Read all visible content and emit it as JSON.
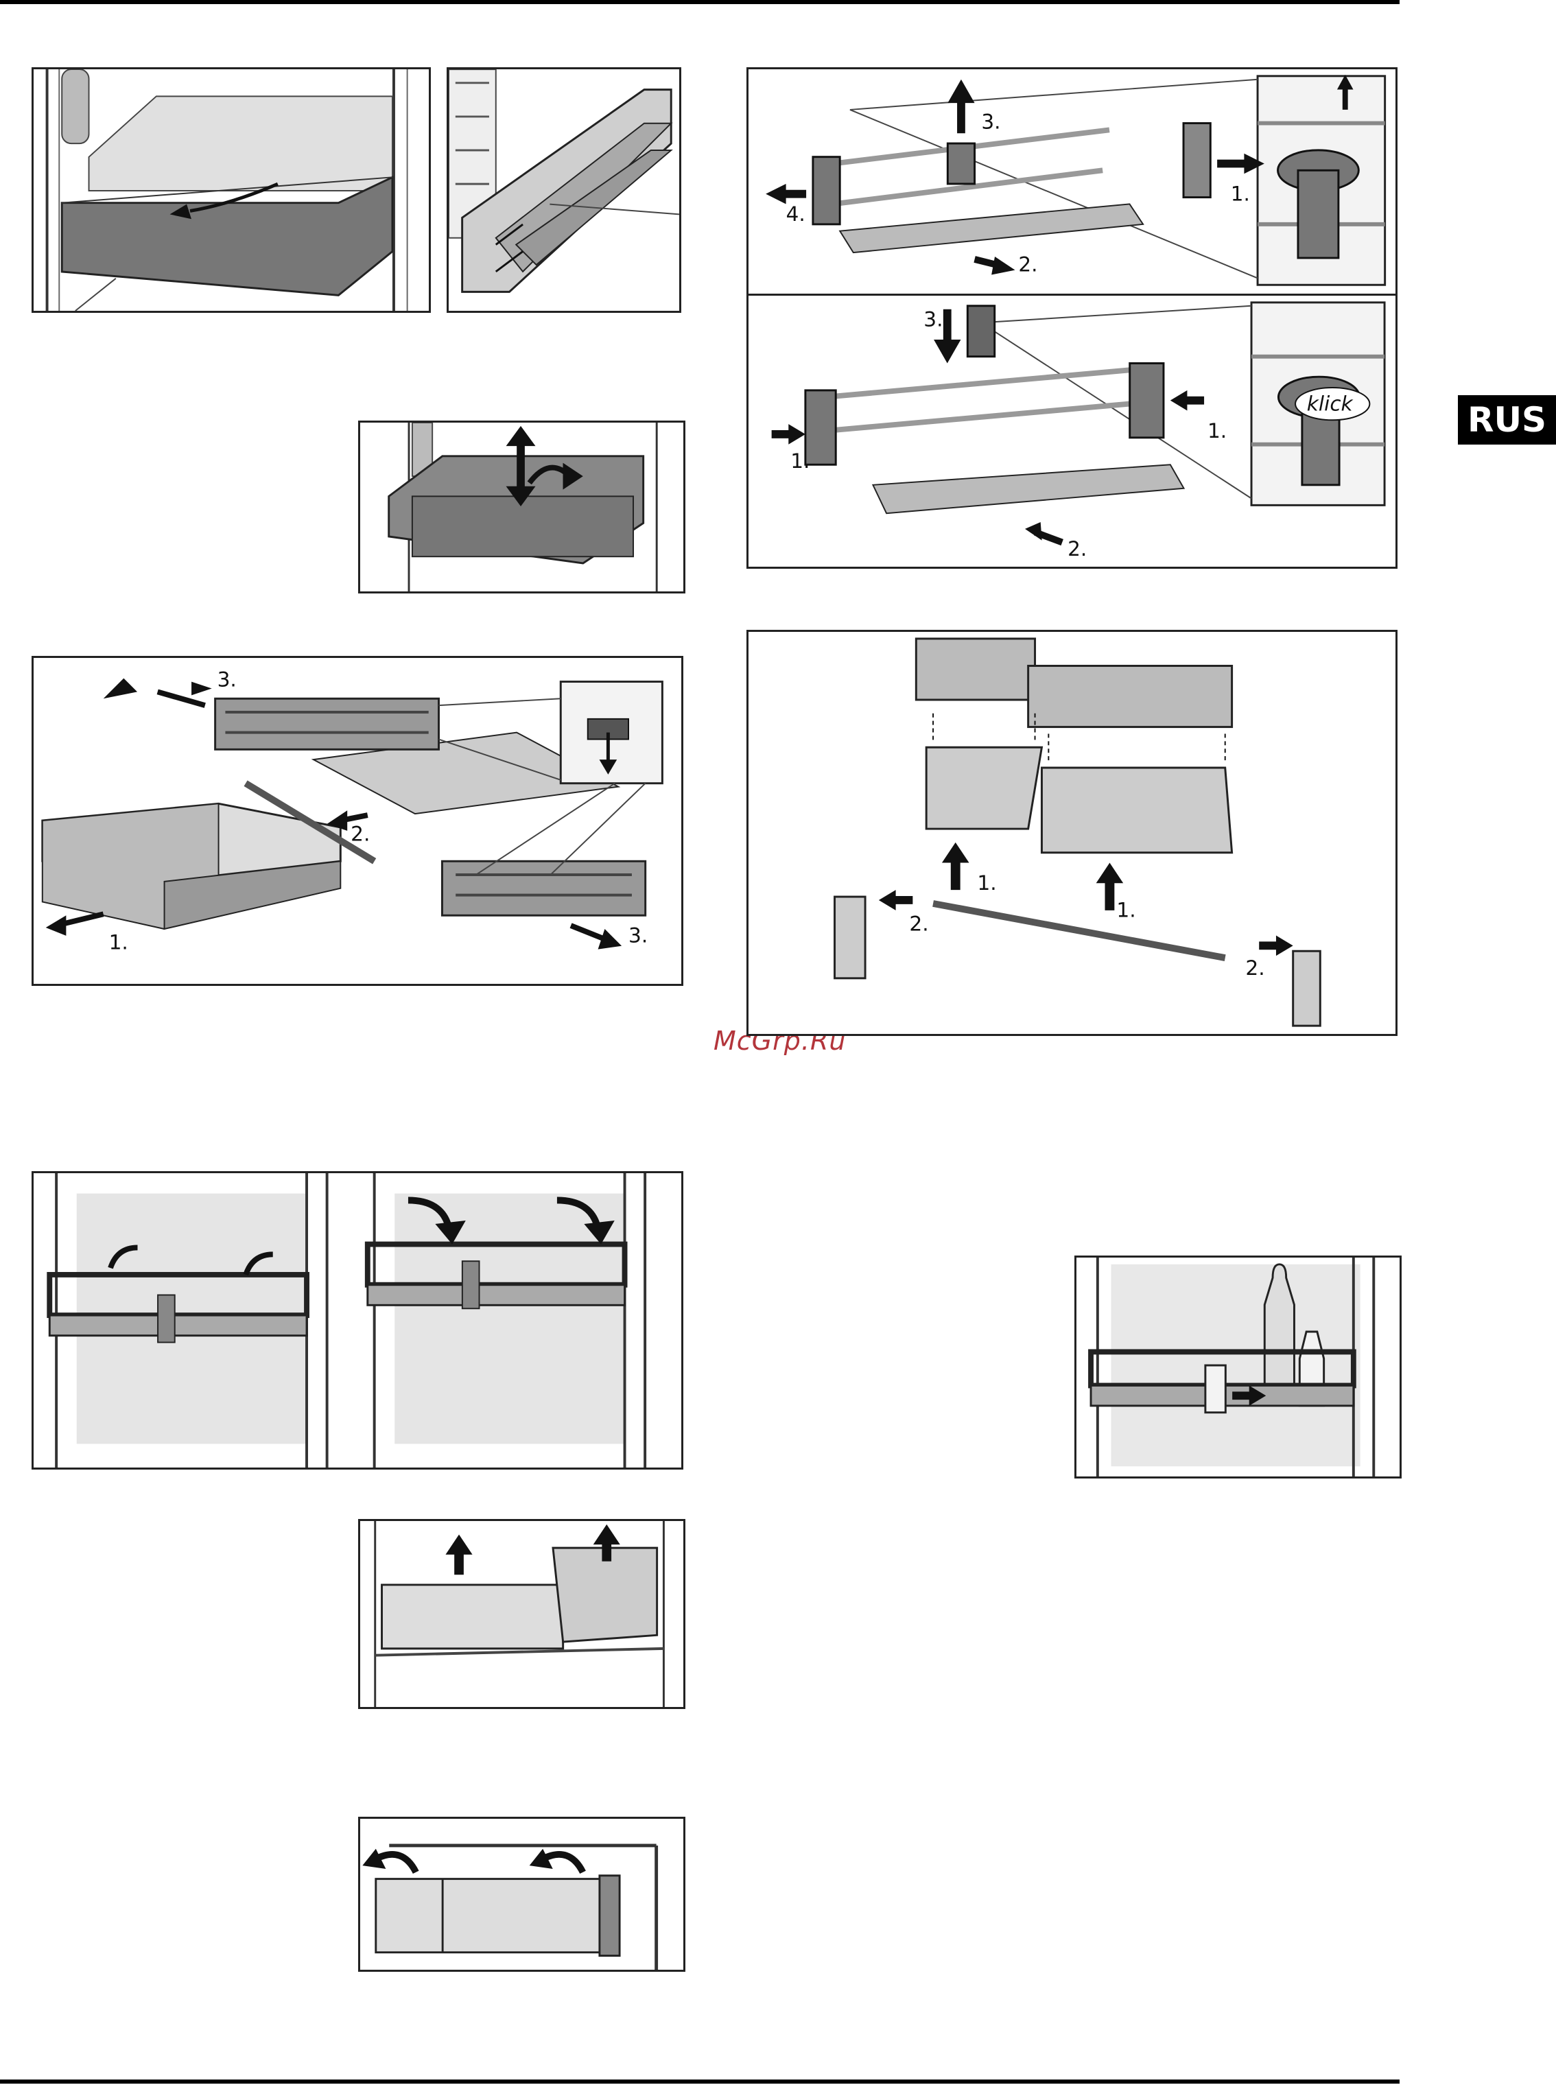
{
  "side_tab": {
    "label": "RUS"
  },
  "watermark": {
    "text": "McGrp.Ru"
  },
  "figures": {
    "drawer_removal": {
      "steps": [
        "1.",
        "2.",
        "3.",
        "3."
      ]
    },
    "door_shelf_top": {
      "steps": [
        "3.",
        "1.",
        "2.",
        "4."
      ]
    },
    "door_shelf_bottom": {
      "steps": [
        "3.",
        "1.",
        "1.",
        "2."
      ],
      "callout": "klick"
    },
    "bin_assembly": {
      "steps": [
        "1.",
        "1.",
        "2.",
        "2."
      ]
    }
  }
}
